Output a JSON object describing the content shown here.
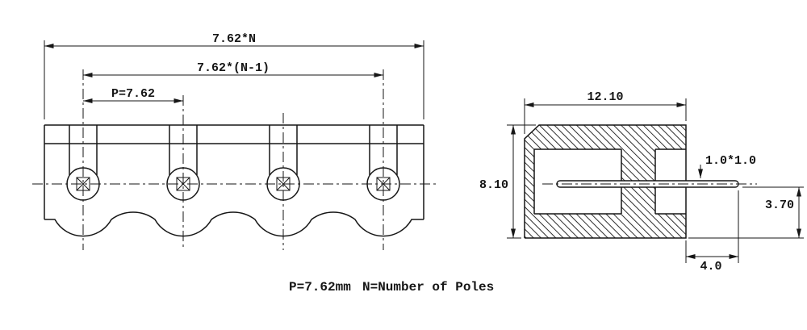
{
  "drawing": {
    "front_view": {
      "dim_total_width": "7.62*N",
      "dim_pin_span": "7.62*(N-1)",
      "dim_pitch": "P=7.62"
    },
    "side_view": {
      "dim_width": "12.10",
      "dim_height": "8.10",
      "dim_pin_section": "1.0*1.0",
      "dim_pin_to_bottom": "3.70",
      "dim_pin_protrusion": "4.0"
    },
    "footer": {
      "pitch_note": "P=7.62mm",
      "poles_note": "N=Number of Poles"
    },
    "colors": {
      "line": "#161616",
      "background": "#ffffff"
    }
  }
}
